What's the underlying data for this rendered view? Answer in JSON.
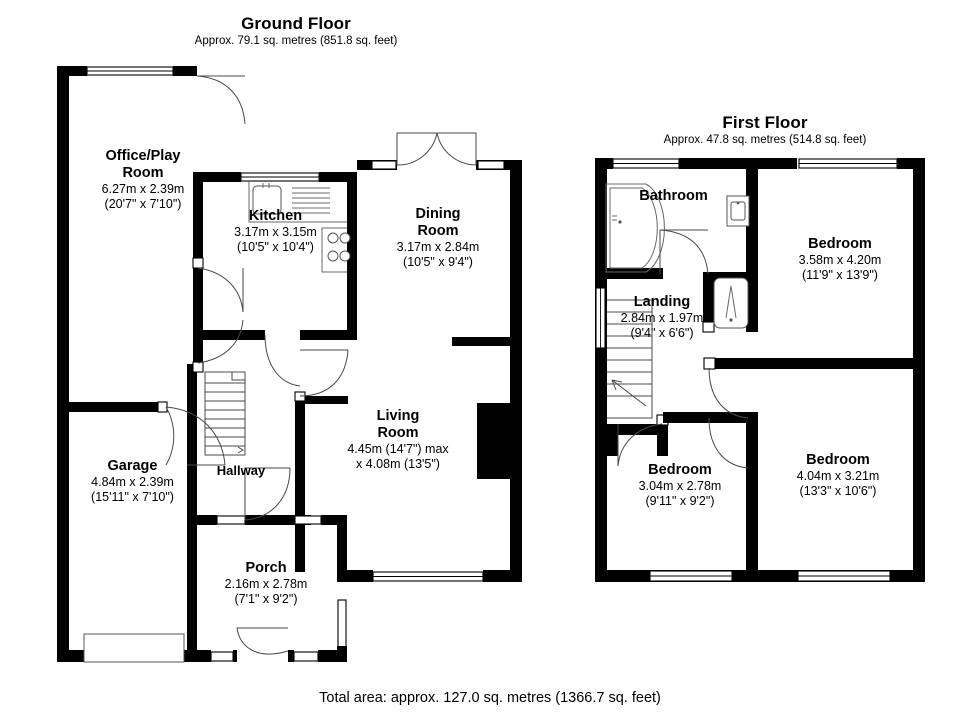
{
  "document": {
    "type": "floor-plan",
    "total_area_text": "Total area: approx. 127.0 sq. metres (1366.7 sq. feet)"
  },
  "floors": [
    {
      "id": "ground",
      "title": "Ground Floor",
      "subtitle": "Approx. 79.1 sq. metres (851.8 sq. feet)",
      "rooms": [
        {
          "id": "office-play-room",
          "name": "Office/Play\nRoom",
          "name_line1": "Office/Play",
          "name_line2": "Room",
          "metric": "6.27m x 2.39m",
          "imperial": "(20'7\" x 7'10\")"
        },
        {
          "id": "kitchen",
          "name": "Kitchen",
          "metric": "3.17m x 3.15m",
          "imperial": "(10'5\" x 10'4\")"
        },
        {
          "id": "dining-room",
          "name": "Dining\nRoom",
          "name_line1": "Dining",
          "name_line2": "Room",
          "metric": "3.17m x 2.84m",
          "imperial": "(10'5\" x 9'4\")"
        },
        {
          "id": "living-room",
          "name": "Living\nRoom",
          "name_line1": "Living",
          "name_line2": "Room",
          "metric": "4.45m (14'7\") max",
          "imperial": "x 4.08m (13'5\")"
        },
        {
          "id": "garage",
          "name": "Garage",
          "metric": "4.84m x 2.39m",
          "imperial": "(15'11\" x 7'10\")"
        },
        {
          "id": "hallway",
          "name": "Hallway",
          "metric": "",
          "imperial": ""
        },
        {
          "id": "porch",
          "name": "Porch",
          "metric": "2.16m x 2.78m",
          "imperial": "(7'1\" x 9'2\")"
        }
      ]
    },
    {
      "id": "first",
      "title": "First Floor",
      "subtitle": "Approx. 47.8 sq. metres (514.8 sq. feet)",
      "rooms": [
        {
          "id": "bathroom",
          "name": "Bathroom",
          "metric": "",
          "imperial": ""
        },
        {
          "id": "bedroom-1",
          "name": "Bedroom",
          "metric": "3.58m x 4.20m",
          "imperial": "(11'9\" x 13'9\")"
        },
        {
          "id": "landing",
          "name": "Landing",
          "metric": "2.84m x 1.97m",
          "imperial": "(9'4\" x 6'6\")"
        },
        {
          "id": "bedroom-2",
          "name": "Bedroom",
          "metric": "3.04m x 2.78m",
          "imperial": "(9'11\" x 9'2\")"
        },
        {
          "id": "bedroom-3",
          "name": "Bedroom",
          "metric": "4.04m x 3.21m",
          "imperial": "(13'3\" x 10'6\")"
        }
      ]
    }
  ],
  "colors": {
    "wall": "#000000",
    "background": "#ffffff",
    "thin_line": "#555555",
    "fixture_line": "#666666"
  },
  "fixtures": [
    {
      "id": "kitchen-sink",
      "name": "sink-fixture"
    },
    {
      "id": "kitchen-worktop",
      "name": "worktop-fixture"
    },
    {
      "id": "kitchen-hob",
      "name": "hob-fixture"
    },
    {
      "id": "stairs-ground",
      "name": "staircase-fixture"
    },
    {
      "id": "stairs-first",
      "name": "staircase-fixture"
    },
    {
      "id": "bath-tub",
      "name": "bath-fixture"
    },
    {
      "id": "shower-tray",
      "name": "shower-fixture"
    },
    {
      "id": "wc",
      "name": "toilet-fixture"
    },
    {
      "id": "wash-basin",
      "name": "basin-fixture"
    },
    {
      "id": "chimney-breast",
      "name": "chimney-breast-fixture"
    },
    {
      "id": "garage-door",
      "name": "garage-door-fixture"
    }
  ]
}
